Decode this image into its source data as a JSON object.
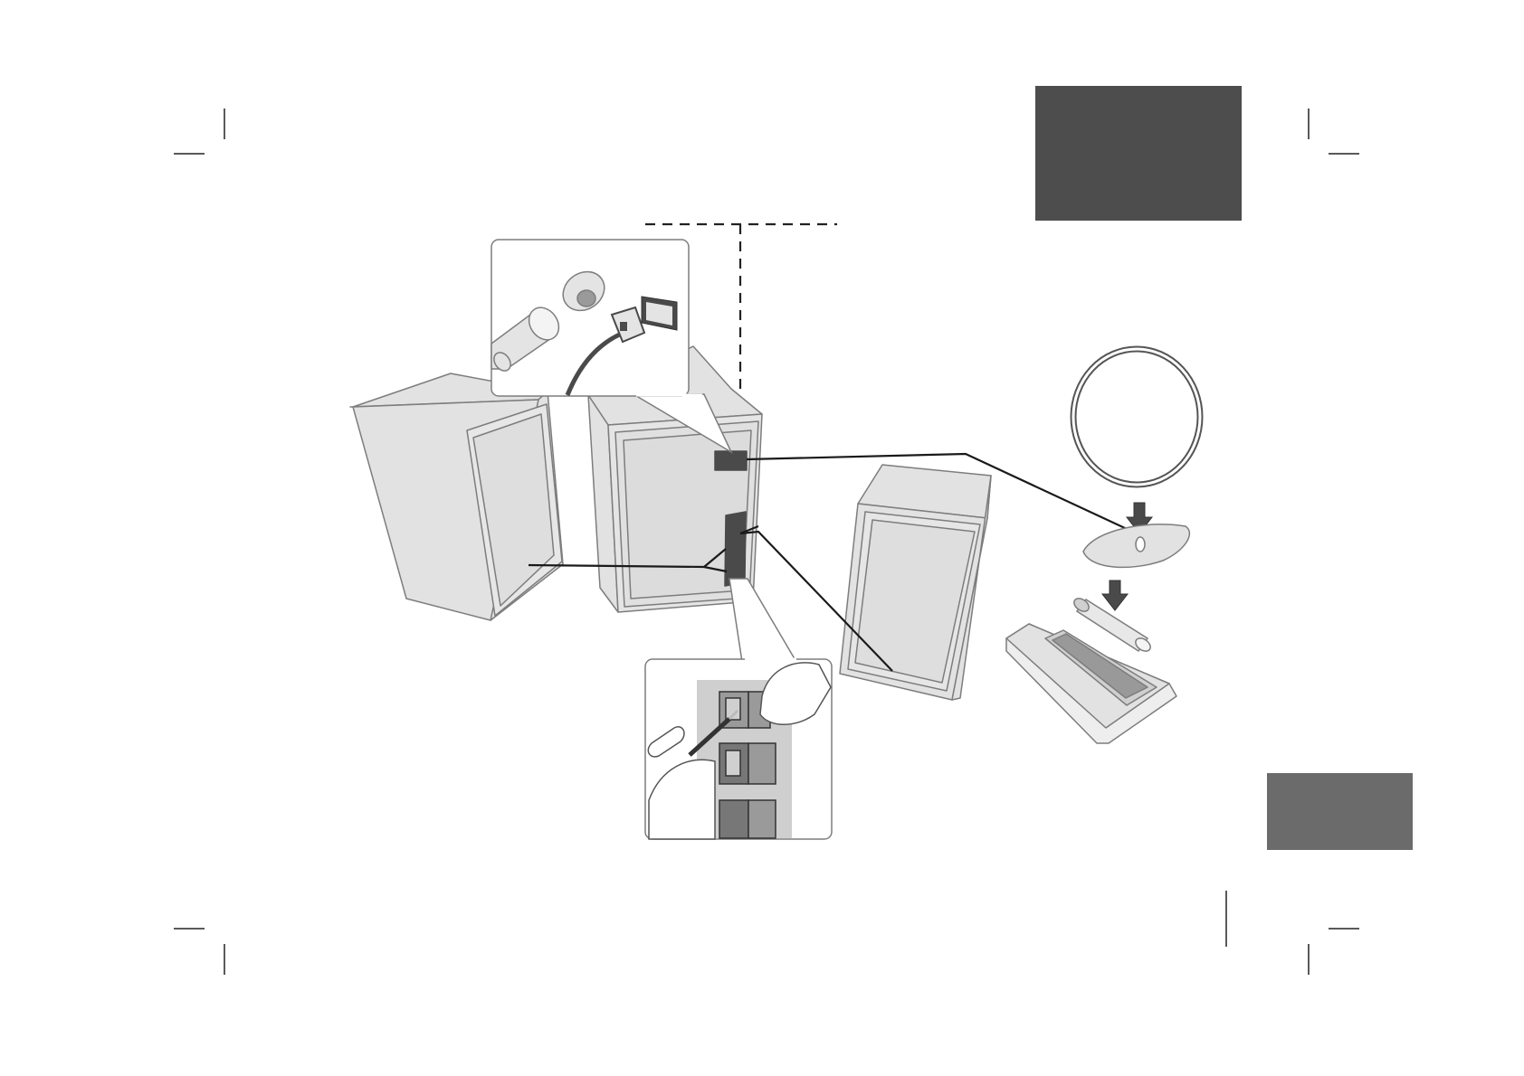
{
  "page": {
    "background": "#ffffff"
  },
  "colors": {
    "dark_block": "#4d4d4d",
    "mid_block": "#6b6b6b",
    "speaker_fill": "#e2e2e2",
    "speaker_stroke": "#7d7d7d",
    "line": "#1a1a1a",
    "connector": "#4a4a4a"
  },
  "blocks": [
    {
      "name": "header-tab-block",
      "color": "#4d4d4d"
    },
    {
      "name": "section-tab-block",
      "color": "#6b6b6b"
    }
  ],
  "illustration": {
    "items": [
      "left-speaker",
      "main-unit",
      "right-speaker",
      "fm-antenna-cable-detail",
      "speaker-terminal-detail",
      "am-loop-antenna",
      "antenna-stand",
      "remote-control",
      "aaa-battery"
    ]
  }
}
